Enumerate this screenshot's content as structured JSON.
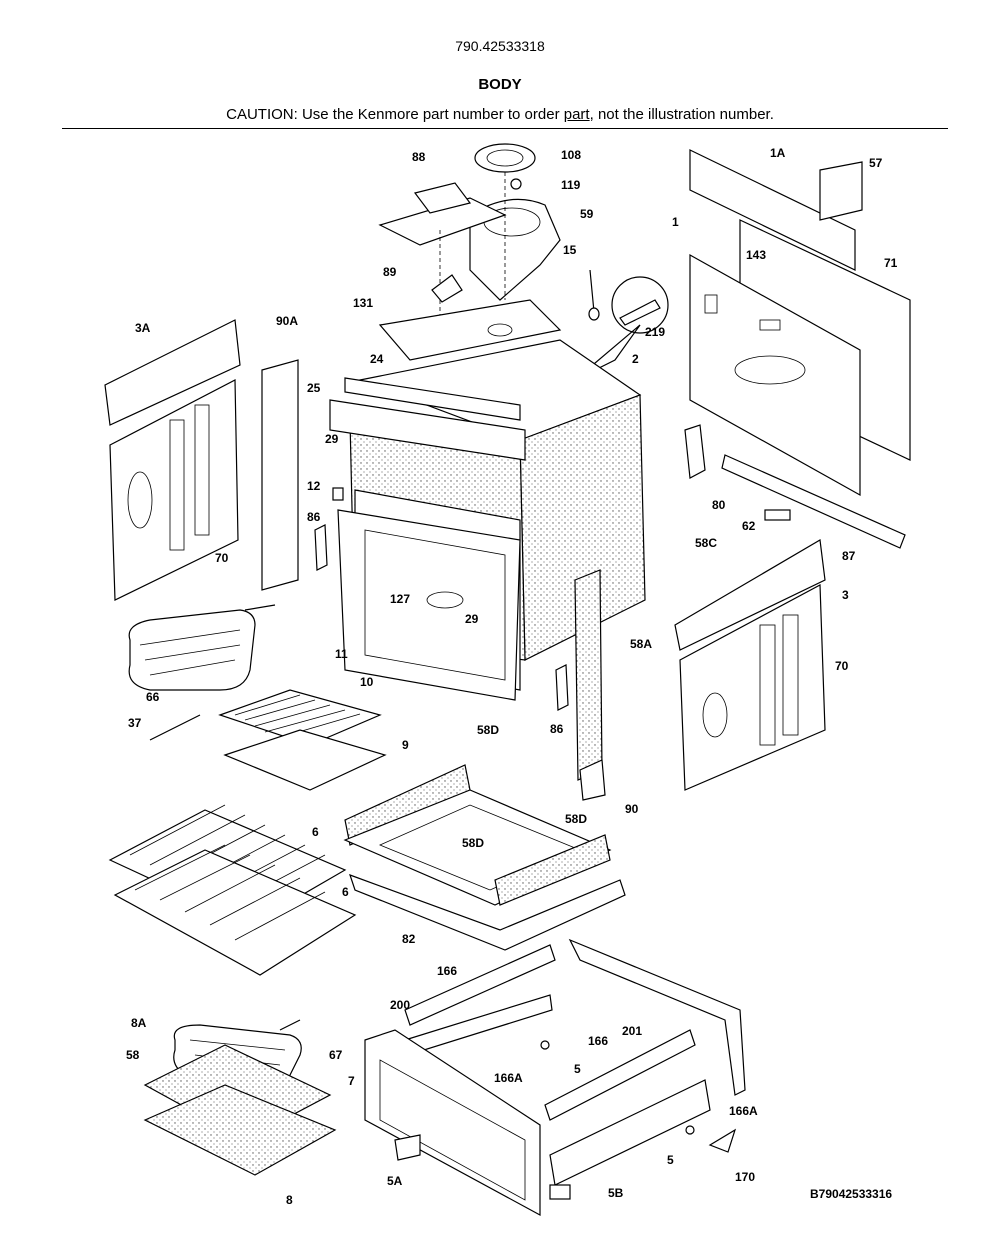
{
  "header": {
    "model_number": "790.42533318",
    "section_title": "BODY",
    "caution_prefix": "CAUTION: Use the Kenmore part number to order ",
    "caution_link": "part",
    "caution_suffix": ", not the illustration number."
  },
  "footer": {
    "diagram_code": "B79042533316"
  },
  "part_labels": [
    {
      "id": "108",
      "text": "108"
    },
    {
      "id": "88",
      "text": "88"
    },
    {
      "id": "119",
      "text": "119"
    },
    {
      "id": "59",
      "text": "59"
    },
    {
      "id": "15",
      "text": "15"
    },
    {
      "id": "89",
      "text": "89"
    },
    {
      "id": "131",
      "text": "131"
    },
    {
      "id": "219",
      "text": "219"
    },
    {
      "id": "2",
      "text": "2"
    },
    {
      "id": "24",
      "text": "24"
    },
    {
      "id": "25",
      "text": "25"
    },
    {
      "id": "29a",
      "text": "29"
    },
    {
      "id": "12",
      "text": "12"
    },
    {
      "id": "86a",
      "text": "86"
    },
    {
      "id": "127",
      "text": "127"
    },
    {
      "id": "29b",
      "text": "29"
    },
    {
      "id": "11",
      "text": "11"
    },
    {
      "id": "1A",
      "text": "1A"
    },
    {
      "id": "57",
      "text": "57"
    },
    {
      "id": "1",
      "text": "1"
    },
    {
      "id": "143",
      "text": "143"
    },
    {
      "id": "71",
      "text": "71"
    },
    {
      "id": "80",
      "text": "80"
    },
    {
      "id": "62",
      "text": "62"
    },
    {
      "id": "87",
      "text": "87"
    },
    {
      "id": "58C",
      "text": "58C"
    },
    {
      "id": "3",
      "text": "3"
    },
    {
      "id": "70b",
      "text": "70"
    },
    {
      "id": "58A",
      "text": "58A"
    },
    {
      "id": "86b",
      "text": "86"
    },
    {
      "id": "90",
      "text": "90"
    },
    {
      "id": "3A",
      "text": "3A"
    },
    {
      "id": "90A",
      "text": "90A"
    },
    {
      "id": "70a",
      "text": "70"
    },
    {
      "id": "66",
      "text": "66"
    },
    {
      "id": "10",
      "text": "10"
    },
    {
      "id": "37",
      "text": "37"
    },
    {
      "id": "9",
      "text": "9"
    },
    {
      "id": "58D",
      "text": "58D"
    },
    {
      "id": "58Db",
      "text": "58D"
    },
    {
      "id": "58Dc",
      "text": "58D"
    },
    {
      "id": "6a",
      "text": "6"
    },
    {
      "id": "6b",
      "text": "6"
    },
    {
      "id": "82",
      "text": "82"
    },
    {
      "id": "166a",
      "text": "166"
    },
    {
      "id": "200",
      "text": "200"
    },
    {
      "id": "201",
      "text": "201"
    },
    {
      "id": "5a",
      "text": "5"
    },
    {
      "id": "166b",
      "text": "166"
    },
    {
      "id": "166A",
      "text": "166A"
    },
    {
      "id": "166Ab",
      "text": "166A"
    },
    {
      "id": "8A",
      "text": "8A"
    },
    {
      "id": "58",
      "text": "58"
    },
    {
      "id": "67",
      "text": "67"
    },
    {
      "id": "7",
      "text": "7"
    },
    {
      "id": "8",
      "text": "8"
    },
    {
      "id": "5A",
      "text": "5A"
    },
    {
      "id": "5B",
      "text": "5B"
    },
    {
      "id": "5b",
      "text": "5"
    },
    {
      "id": "170",
      "text": "170"
    }
  ]
}
